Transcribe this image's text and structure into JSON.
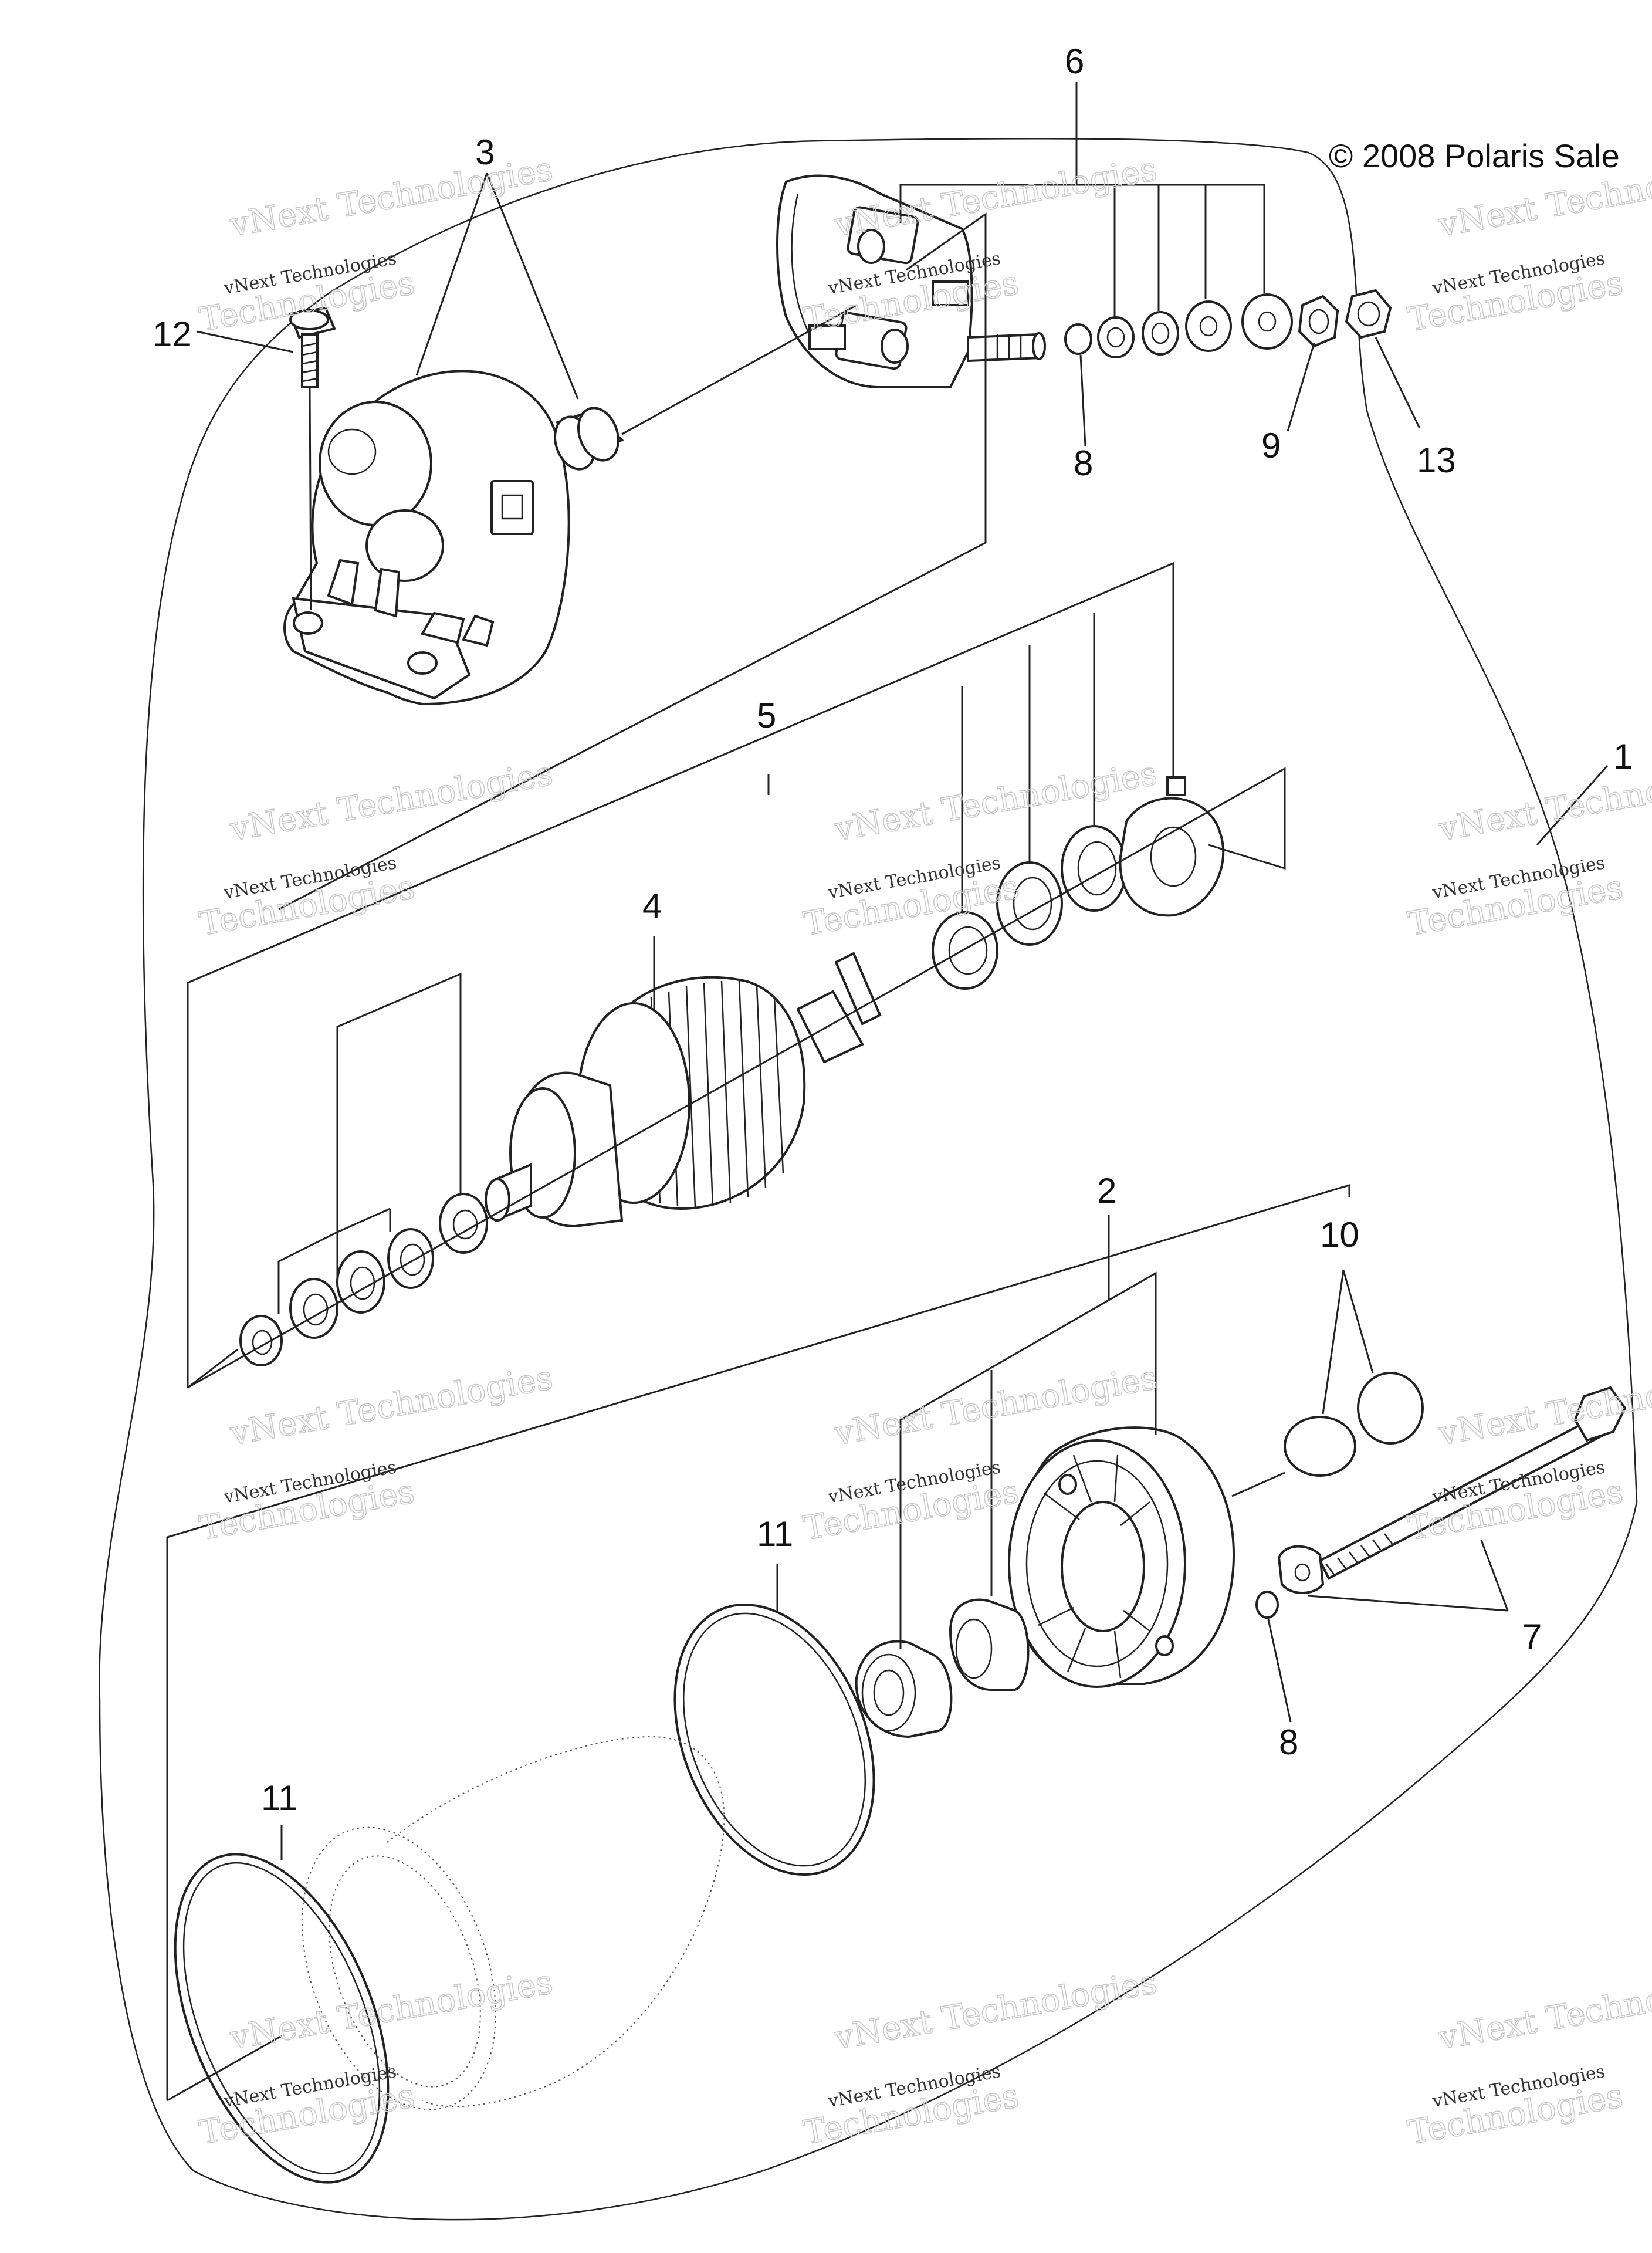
{
  "copyright": "© 2008 Polaris Sale",
  "watermark": {
    "line1": "vNext Technologies",
    "line2": "vNext Technologies",
    "line3": "Technologies"
  },
  "callouts": {
    "c1": "1",
    "c2": "2",
    "c3": "3",
    "c4": "4",
    "c5": "5",
    "c6": "6",
    "c7": "7",
    "c8a": "8",
    "c8b": "8",
    "c9": "9",
    "c10": "10",
    "c11a": "11",
    "c11b": "11",
    "c12": "12",
    "c13": "13"
  }
}
